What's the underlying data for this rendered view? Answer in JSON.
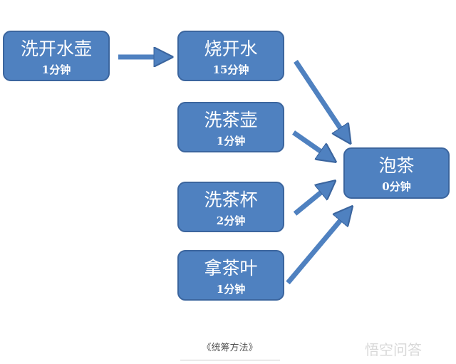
{
  "nodes": [
    {
      "id": "wash-kettle",
      "title": "洗开水壶",
      "time": "1分钟"
    },
    {
      "id": "boil-water",
      "title": "烧开水",
      "time": "15分钟"
    },
    {
      "id": "wash-teapot",
      "title": "洗茶壶",
      "time": "1分钟"
    },
    {
      "id": "wash-cups",
      "title": "洗茶杯",
      "time": "2分钟"
    },
    {
      "id": "get-tea",
      "title": "拿茶叶",
      "time": "1分钟"
    },
    {
      "id": "brew-tea",
      "title": "泡茶",
      "time": "0分钟"
    }
  ],
  "edges": [
    {
      "from": "wash-kettle",
      "to": "boil-water"
    },
    {
      "from": "boil-water",
      "to": "brew-tea"
    },
    {
      "from": "wash-teapot",
      "to": "brew-tea"
    },
    {
      "from": "wash-cups",
      "to": "brew-tea"
    },
    {
      "from": "get-tea",
      "to": "brew-tea"
    }
  ],
  "caption": "《统筹方法》",
  "watermark": "悟空问答",
  "colors": {
    "box": "#4f81c0",
    "border": "#3b659e"
  }
}
